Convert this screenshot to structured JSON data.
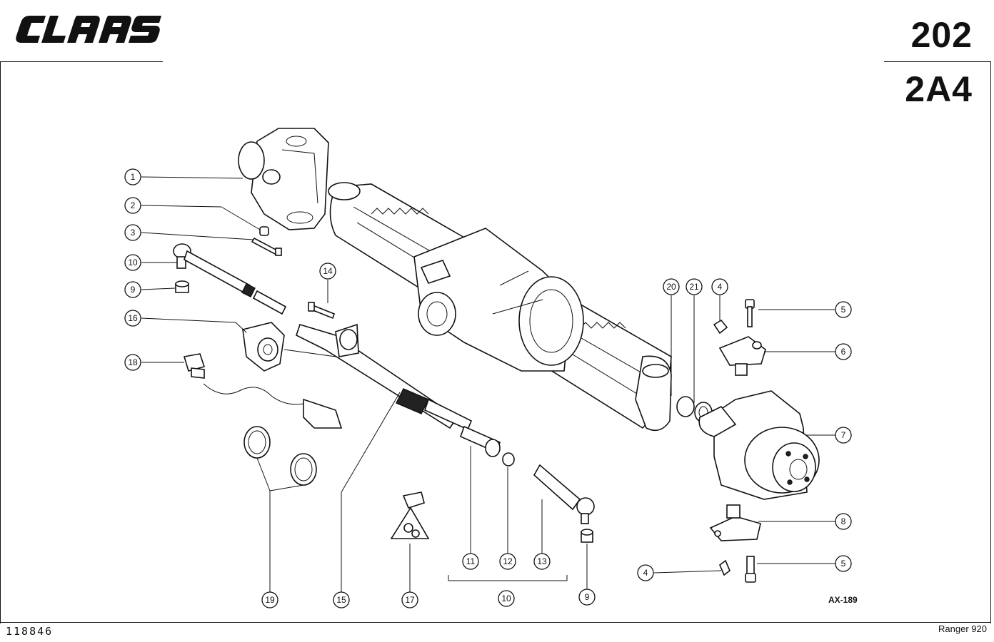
{
  "header": {
    "brand": "CLAAS",
    "sheet_number": "202",
    "group_code": "2A4"
  },
  "footer": {
    "catalog_number": "118846",
    "model": "Ranger 920",
    "diagram_ref": "AX-189"
  },
  "callouts": [
    "1",
    "2",
    "3",
    "10",
    "9",
    "16",
    "18",
    "19",
    "15",
    "17",
    "11",
    "12",
    "13",
    "10",
    "9",
    "14",
    "20",
    "21",
    "4",
    "5",
    "6",
    "7",
    "8",
    "4",
    "5"
  ],
  "colors": {
    "ink": "#111111",
    "paper": "#ffffff"
  }
}
